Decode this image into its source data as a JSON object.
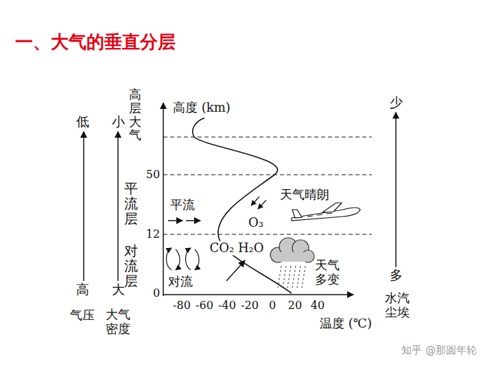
{
  "diagram": {
    "title": "一、大气的垂直分层",
    "labels": [
      "低",
      "小",
      "高层大气",
      "高度 (km)",
      "少",
      "平流层",
      "对流层",
      "50",
      "平流",
      "天气晴朗",
      "O₃",
      "12",
      "CO₂ H₂O",
      "天气 多变",
      "对流",
      "高",
      "大",
      "多",
      "0",
      "-80",
      "-60",
      "-40",
      "-20",
      "0",
      "20",
      "40",
      "气压",
      "大气 密度",
      "水汽 尘埃",
      "温度 (℃)",
      "知乎 @那圆年轮"
    ]
  }
}
